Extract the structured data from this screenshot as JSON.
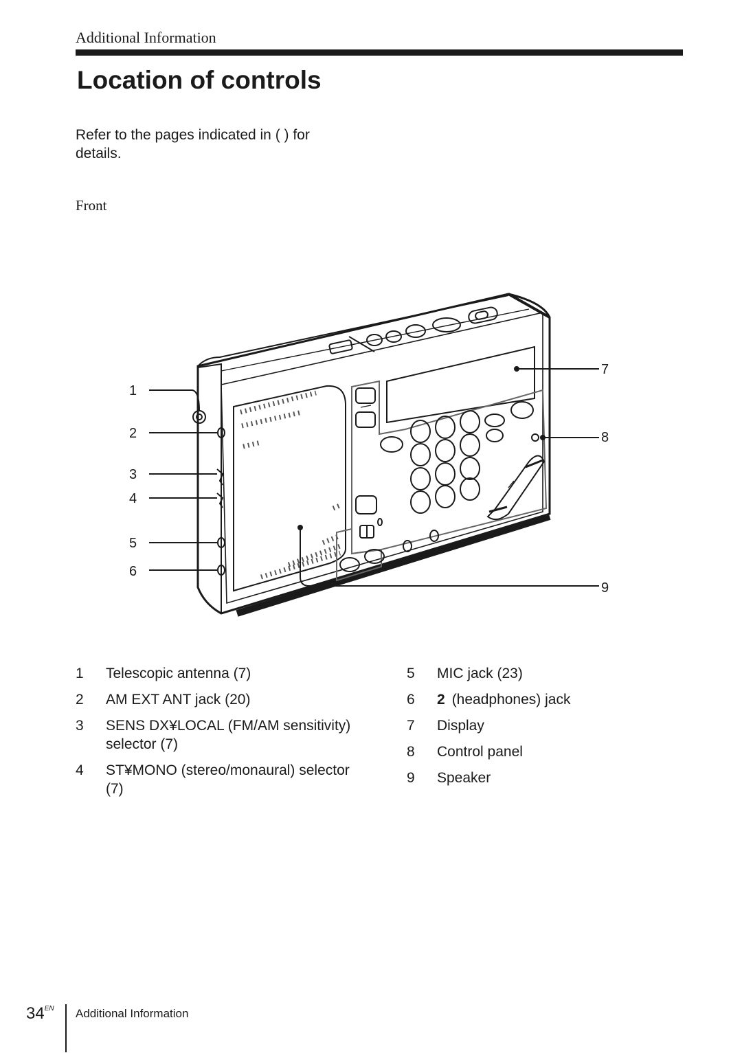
{
  "header": {
    "section": "Additional Information",
    "title": "Location of controls",
    "intro": "Refer to the pages indicated in ( ) for details."
  },
  "figure": {
    "caption": "Front",
    "callouts": [
      "1",
      "2",
      "3",
      "4",
      "5",
      "6",
      "7",
      "8",
      "9"
    ]
  },
  "legend": {
    "left": [
      {
        "num": "1",
        "text": "Telescopic antenna (7)"
      },
      {
        "num": "2",
        "text": "AM EXT ANT jack (20)"
      },
      {
        "num": "3",
        "text": "SENS DX¥LOCAL (FM/AM sensitivity) selector (7)"
      },
      {
        "num": "4",
        "text": "ST¥MONO (stereo/monaural) selector (7)"
      }
    ],
    "right": [
      {
        "num": "5",
        "text": "MIC jack (23)"
      },
      {
        "num": "6",
        "symbol": "2",
        "text": "(headphones) jack"
      },
      {
        "num": "7",
        "text": "Display"
      },
      {
        "num": "8",
        "text": "Control panel"
      },
      {
        "num": "9",
        "text": "Speaker"
      }
    ]
  },
  "footer": {
    "page_number": "34",
    "page_suffix": "EN",
    "section": "Additional Information"
  }
}
